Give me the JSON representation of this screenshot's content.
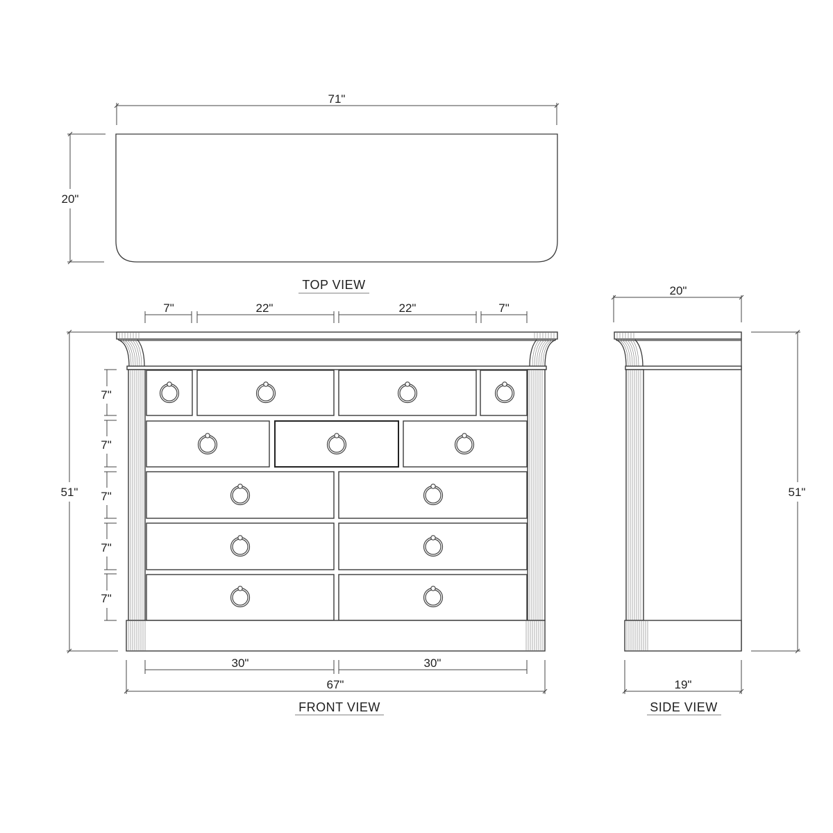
{
  "top_view": {
    "title": "TOP VIEW",
    "width_label": "71\"",
    "depth_label": "20\""
  },
  "front_view": {
    "title": "FRONT VIEW",
    "top_column_labels": [
      "7\"",
      "22\"",
      "22\"",
      "7\""
    ],
    "row_height_labels": [
      "7\"",
      "7\"",
      "7\"",
      "7\"",
      "7\""
    ],
    "height_label": "51\"",
    "bottom_section_labels": [
      "30\"",
      "30\""
    ],
    "overall_width_label": "67\"",
    "drawer_rows": [
      {
        "row": 1,
        "drawers": 4
      },
      {
        "row": 2,
        "drawers": 3
      },
      {
        "row": 3,
        "drawers": 2
      },
      {
        "row": 4,
        "drawers": 2
      },
      {
        "row": 5,
        "drawers": 2
      }
    ]
  },
  "side_view": {
    "title": "SIDE VIEW",
    "top_depth_label": "20\"",
    "height_label": "51\"",
    "base_depth_label": "19\""
  }
}
